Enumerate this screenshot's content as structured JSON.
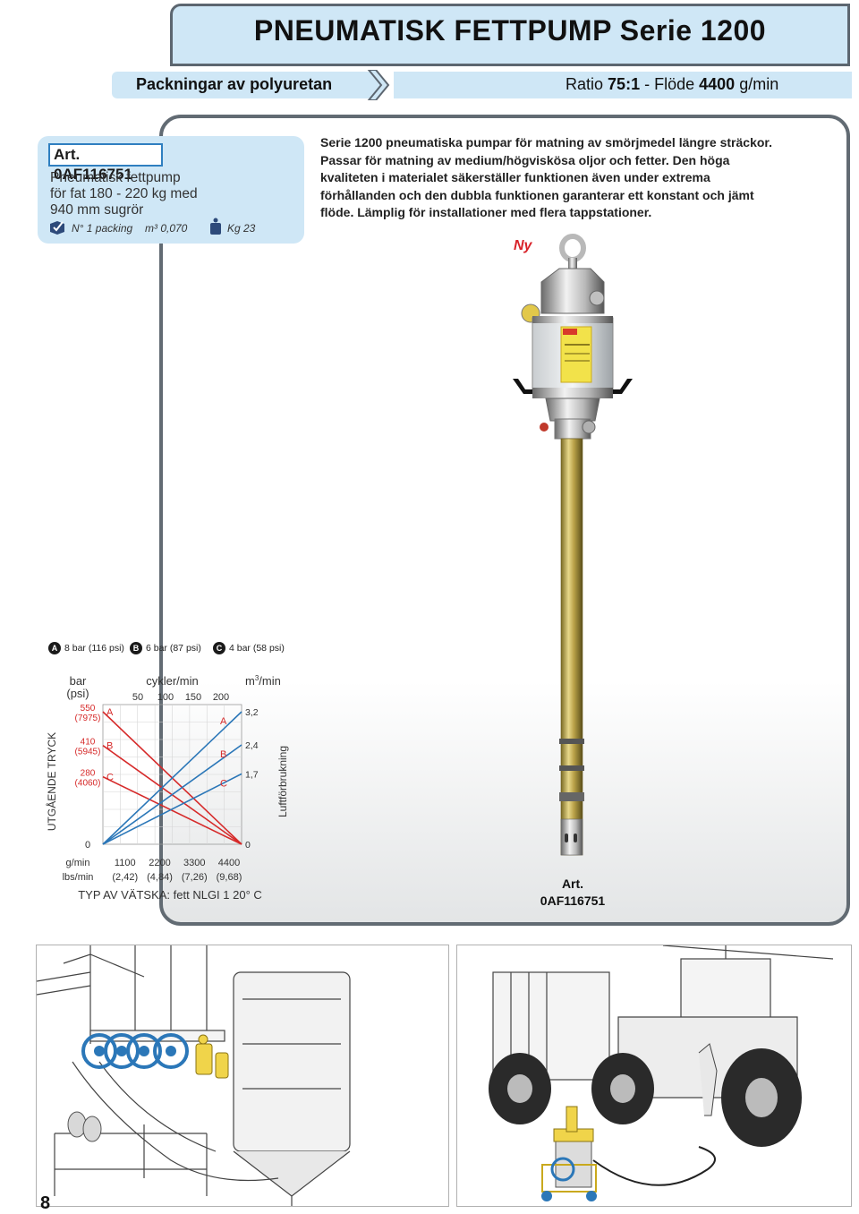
{
  "header": {
    "title": "PNEUMATISK FETTPUMP Serie 1200",
    "subtitle_left": "Packningar av polyuretan",
    "ratio_label": "Ratio",
    "ratio_value": "75:1",
    "flow_label": "- Flöde",
    "flow_value": "4400",
    "flow_unit": "g/min"
  },
  "article": {
    "code": "Art. 0AF116751",
    "desc_line1": "Pneumatisk fettpump",
    "desc_line2": "för fat 180 - 220 kg med",
    "desc_line3": "940 mm sugrör",
    "packing": "N° 1 packing",
    "volume": "m³ 0,070",
    "weight": "Kg 23"
  },
  "description": "Serie 1200 pneumatiska pumpar för matning av smörjmedel längre sträckor. Passar för matning av medium/högviskösa oljor och fetter. Den höga kvaliteten i materialet säkerställer funktionen även under extrema förhållanden och den dubbla funktionen garanterar ett konstant och jämt flöde. Lämplig för installationer med flera tappstationer.",
  "new_badge": "Ny",
  "product_label": {
    "line1": "Art.",
    "line2": "0AF116751"
  },
  "legend": [
    {
      "key": "A",
      "text": "8 bar (116 psi)"
    },
    {
      "key": "B",
      "text": "6 bar (87 psi)"
    },
    {
      "key": "C",
      "text": "4 bar (58 psi)"
    }
  ],
  "chart_data": {
    "type": "line",
    "title": "",
    "left_axis_unit": "bar",
    "left_axis_unit2": "(psi)",
    "left_axis_label": "UTGÅENDE TRYCK",
    "right_axis_unit": "m",
    "right_axis_unit_sup": "3",
    "right_axis_unit_suffix": "/min",
    "right_axis_label": "Luftförbrukning",
    "top_axis_label": "cykler/min",
    "top_ticks": [
      "50",
      "100",
      "150",
      "200"
    ],
    "left_ticks": [
      {
        "value": "550",
        "psi": "(7975)"
      },
      {
        "value": "410",
        "psi": "(5945)"
      },
      {
        "value": "280",
        "psi": "(4060)"
      },
      {
        "value": "0",
        "psi": ""
      }
    ],
    "right_ticks": [
      "3,2",
      "2,4",
      "1,7",
      "0"
    ],
    "bottom_axis_label1": "g/min",
    "bottom_axis_label2": "lbs/min",
    "bottom_ticks": [
      "1100",
      "2200",
      "3300",
      "4400"
    ],
    "bottom_ticks_lbs": [
      "(2,42)",
      "(4,84)",
      "(7,26)",
      "(9,68)"
    ],
    "footer": "TYP AV VÄTSKA: fett NLGI 1  20° C",
    "xlim": [
      0,
      4400
    ],
    "pressure_series": [
      {
        "name": "A",
        "color": "#d62a2a",
        "points": [
          [
            0,
            550
          ],
          [
            4400,
            0
          ]
        ]
      },
      {
        "name": "B",
        "color": "#d62a2a",
        "points": [
          [
            0,
            410
          ],
          [
            4400,
            0
          ]
        ]
      },
      {
        "name": "C",
        "color": "#d62a2a",
        "points": [
          [
            0,
            280
          ],
          [
            4400,
            0
          ]
        ]
      }
    ],
    "air_series": [
      {
        "name": "A",
        "color": "#2b77b8",
        "points": [
          [
            0,
            0
          ],
          [
            4400,
            3.2
          ]
        ]
      },
      {
        "name": "B",
        "color": "#2b77b8",
        "points": [
          [
            0,
            0
          ],
          [
            4400,
            2.4
          ]
        ]
      },
      {
        "name": "C",
        "color": "#2b77b8",
        "points": [
          [
            0,
            0
          ],
          [
            4400,
            1.7
          ]
        ]
      }
    ]
  },
  "page_number": "8",
  "colors": {
    "header_bg": "#cfe7f6",
    "frame": "#626b73",
    "accent_red": "#d8232a",
    "series_red": "#d62a2a",
    "series_blue": "#2b77b8"
  }
}
